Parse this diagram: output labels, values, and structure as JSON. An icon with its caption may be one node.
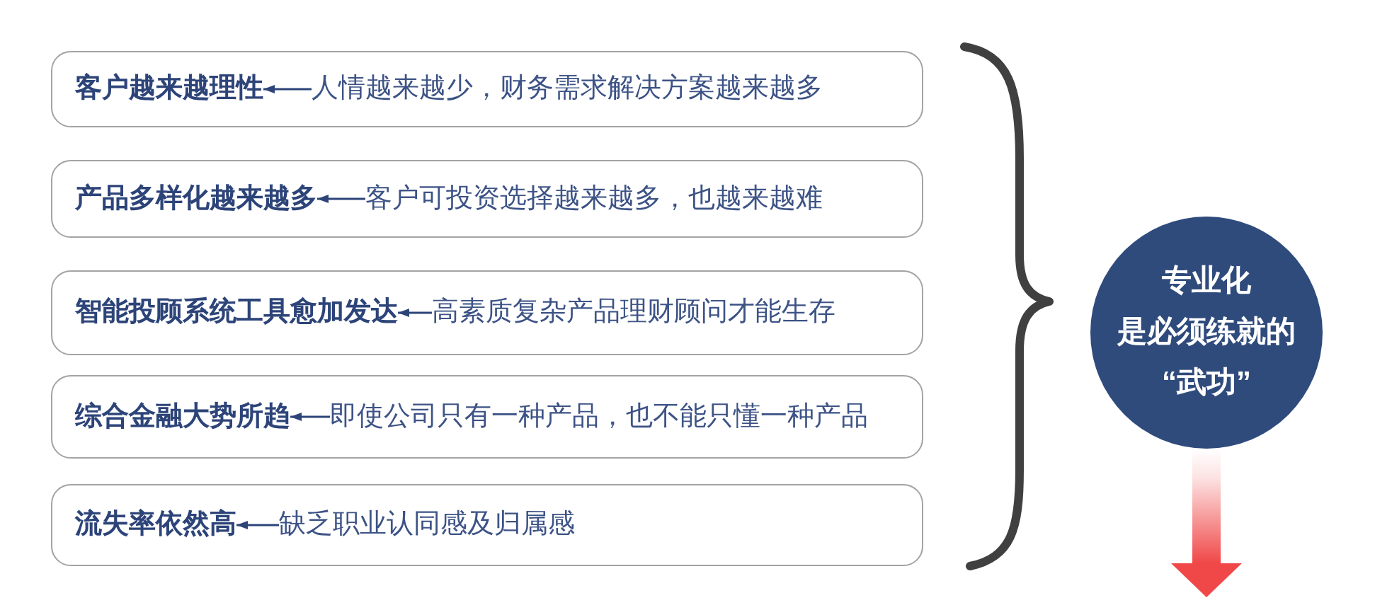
{
  "diagram": {
    "nodes": [
      {
        "text": [],
        "shape": "box"
      },
      {
        "text": [
          "客户越来越理性"
        ],
        "in": 0
      },
      {
        "text": [
          "人情越来越少，财务需求解决方案越来越多"
        ],
        "in": 0
      },
      {
        "text": [],
        "shape": "box"
      },
      {
        "text": [
          "产品多样化越来越多"
        ],
        "in": 3
      },
      {
        "text": [
          "客户可投资选择越来越多，也越来越难"
        ],
        "in": 3
      },
      {
        "text": [],
        "shape": "box"
      },
      {
        "text": [
          "智能投顾系统工具愈加发达"
        ],
        "in": 6
      },
      {
        "text": [
          "高素质复杂产品理财顾问才能生存"
        ],
        "in": 6
      },
      {
        "text": [],
        "shape": "box"
      },
      {
        "text": [
          "综合金融大势所趋"
        ],
        "in": 9
      },
      {
        "text": [
          "即使公司只有一种产品，也不能只懂一种产品"
        ],
        "in": 9
      },
      {
        "text": [],
        "shape": "box"
      },
      {
        "text": [
          "流失率依然高"
        ],
        "in": 12
      },
      {
        "text": [
          "缺乏职业认同感及归属感"
        ],
        "in": 12
      },
      {
        "text": [
          "专业化",
          "是必须练就的“武功”"
        ]
      }
    ],
    "edges": [
      {
        "from": 2,
        "to": 1,
        "arrow": "to"
      },
      {
        "from": 5,
        "to": 4,
        "arrow": "to"
      },
      {
        "from": 8,
        "to": 7,
        "arrow": "to"
      },
      {
        "from": 11,
        "to": 10,
        "arrow": "to"
      },
      {
        "from": 14,
        "to": 13,
        "arrow": "to"
      },
      {
        "from": 15,
        "to": null,
        "arrow": "to",
        "style": "thick",
        "color": "#f04848"
      }
    ]
  }
}
